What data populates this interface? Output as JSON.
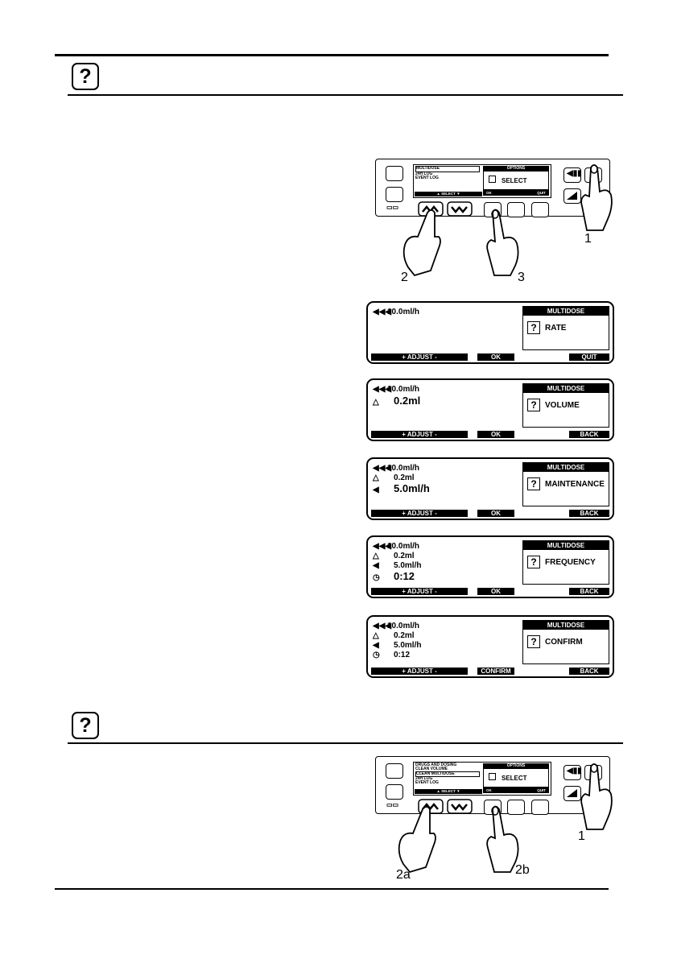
{
  "section1": {
    "help_icon": "?"
  },
  "section2": {
    "help_icon": "?"
  },
  "pump1": {
    "menu_items": [
      "MULTIDOSE",
      "24H LOG",
      "EVENT LOG"
    ],
    "select_bar": "▲ SELECT ▼",
    "options_title": "OPTIONS",
    "options_select": "SELECT",
    "options_ok": "OK",
    "options_quit": "QUIT",
    "callouts": [
      "1",
      "2",
      "3"
    ]
  },
  "pump2": {
    "menu_items": [
      "DRUGS AND DOSING",
      "CLEAN VOLUME",
      "CLEAN MULTIDOSE",
      "24H LOG",
      "EVENT LOG"
    ],
    "select_bar": "▲ SELECT ▼",
    "options_title": "OPTIONS",
    "options_select": "SELECT",
    "options_ok": "OK",
    "options_quit": "QUIT",
    "callouts": [
      "1",
      "2a",
      "2b"
    ]
  },
  "screens": [
    {
      "lines": [
        {
          "icon": "◀◀◀",
          "text": "10.0ml/h"
        }
      ],
      "panel_title": "MULTIDOSE",
      "panel_label": "RATE",
      "adjust": "+    ADJUST    -",
      "mid": "OK",
      "right": "QUIT"
    },
    {
      "lines": [
        {
          "icon": "◀◀◀",
          "text": "10.0ml/h"
        },
        {
          "icon": "△",
          "text": "0.2ml"
        }
      ],
      "panel_title": "MULTIDOSE",
      "panel_label": "VOLUME",
      "adjust": "+    ADJUST    -",
      "mid": "OK",
      "right": "BACK"
    },
    {
      "lines": [
        {
          "icon": "◀◀◀",
          "text": "10.0ml/h"
        },
        {
          "icon": "△",
          "text": "0.2ml"
        },
        {
          "icon": "◀",
          "text": "5.0ml/h"
        }
      ],
      "panel_title": "MULTIDOSE",
      "panel_label": "MAINTENANCE",
      "adjust": "+    ADJUST    -",
      "mid": "OK",
      "right": "BACK"
    },
    {
      "lines": [
        {
          "icon": "◀◀◀",
          "text": "10.0ml/h"
        },
        {
          "icon": "△",
          "text": "0.2ml"
        },
        {
          "icon": "◀",
          "text": "5.0ml/h"
        },
        {
          "icon": "◷",
          "text": "0:12"
        }
      ],
      "panel_title": "MULTIDOSE",
      "panel_label": "FREQUENCY",
      "adjust": "+    ADJUST    -",
      "mid": "OK",
      "right": "BACK"
    },
    {
      "lines": [
        {
          "icon": "◀◀◀",
          "text": "10.0ml/h"
        },
        {
          "icon": "△",
          "text": "0.2ml"
        },
        {
          "icon": "◀",
          "text": "5.0ml/h"
        },
        {
          "icon": "◷",
          "text": "0:12"
        }
      ],
      "panel_title": "MULTIDOSE",
      "panel_label": "CONFIRM",
      "adjust": "+    ADJUST    -",
      "mid": "CONFIRM",
      "right": "BACK"
    }
  ]
}
